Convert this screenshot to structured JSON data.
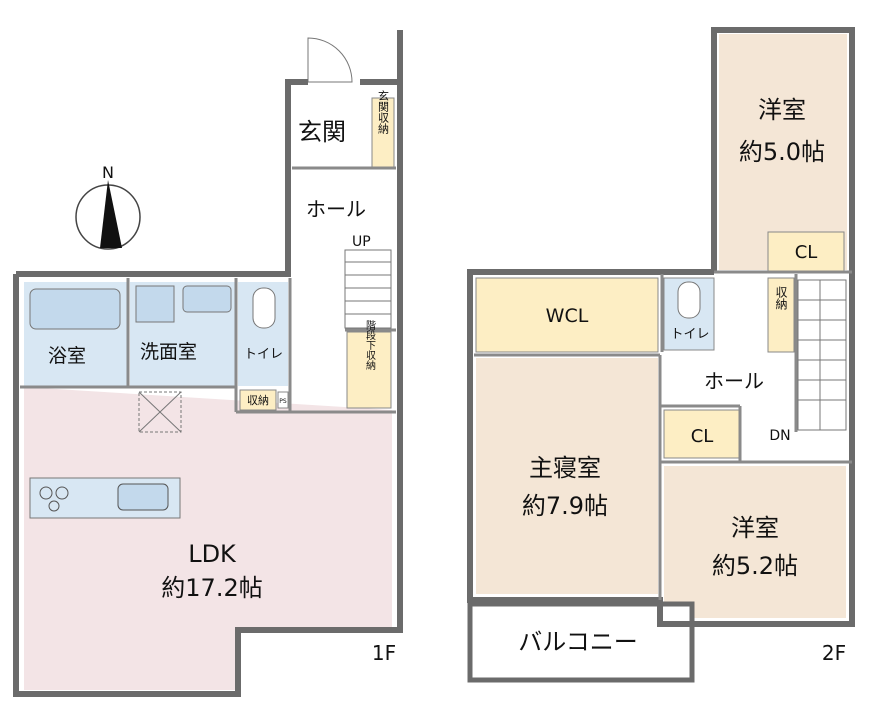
{
  "compass": {
    "north": "N"
  },
  "floor1": {
    "label": "1F",
    "entrance": "玄関",
    "entrance_storage": "玄関収納",
    "hall": "ホール",
    "up": "UP",
    "bath": "浴室",
    "washroom": "洗面室",
    "toilet": "トイレ",
    "under_stairs": "階段下収納",
    "storage": "収納",
    "ps": "PS",
    "ldk_name": "LDK",
    "ldk_size": "約17.2帖"
  },
  "floor2": {
    "label": "2F",
    "western_a_name": "洋室",
    "western_a_size": "約5.0帖",
    "cl_a": "CL",
    "wcl": "WCL",
    "toilet": "トイレ",
    "storage": "収納",
    "hall": "ホール",
    "cl_b": "CL",
    "dn": "DN",
    "master_name": "主寝室",
    "master_size": "約7.9帖",
    "western_b_name": "洋室",
    "western_b_size": "約5.2帖",
    "balcony": "バルコニー"
  },
  "colors": {
    "wall": "#6b6b6b",
    "ldk": "#f3e4e6",
    "wet": "#d8e7f3",
    "fixture": "#c3d9ec",
    "storage": "#fdeec4",
    "room": "#f4e6d6",
    "hall": "#ffffff"
  }
}
